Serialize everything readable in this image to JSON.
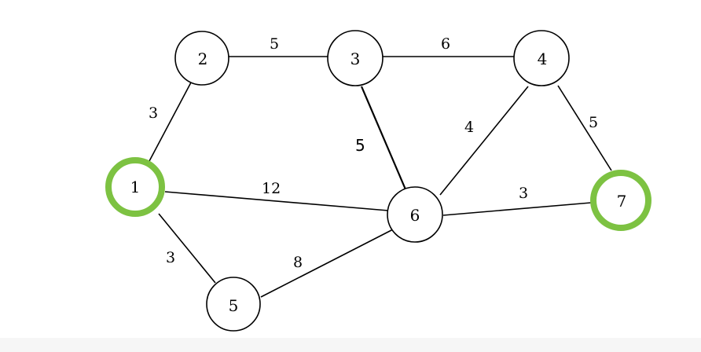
{
  "nodes": [
    {
      "id": "1",
      "label": "1",
      "highlighted": true
    },
    {
      "id": "2",
      "label": "2",
      "highlighted": false
    },
    {
      "id": "3",
      "label": "3",
      "highlighted": false
    },
    {
      "id": "4",
      "label": "4",
      "highlighted": false
    },
    {
      "id": "5",
      "label": "5",
      "highlighted": false
    },
    {
      "id": "6",
      "label": "6",
      "highlighted": false
    },
    {
      "id": "7",
      "label": "7",
      "highlighted": true
    }
  ],
  "edges": [
    {
      "from": "2",
      "to": "3",
      "weight": "5"
    },
    {
      "from": "3",
      "to": "4",
      "weight": "6"
    },
    {
      "from": "1",
      "to": "2",
      "weight": "3"
    },
    {
      "from": "3",
      "to": "6",
      "weight": "5"
    },
    {
      "from": "4",
      "to": "6",
      "weight": "4"
    },
    {
      "from": "4",
      "to": "7",
      "weight": "5"
    },
    {
      "from": "1",
      "to": "6",
      "weight": "12"
    },
    {
      "from": "6",
      "to": "7",
      "weight": "3"
    },
    {
      "from": "1",
      "to": "5",
      "weight": "3"
    },
    {
      "from": "5",
      "to": "6",
      "weight": "8"
    }
  ],
  "colors": {
    "highlight": "#7dc242",
    "stroke": "#000000"
  }
}
